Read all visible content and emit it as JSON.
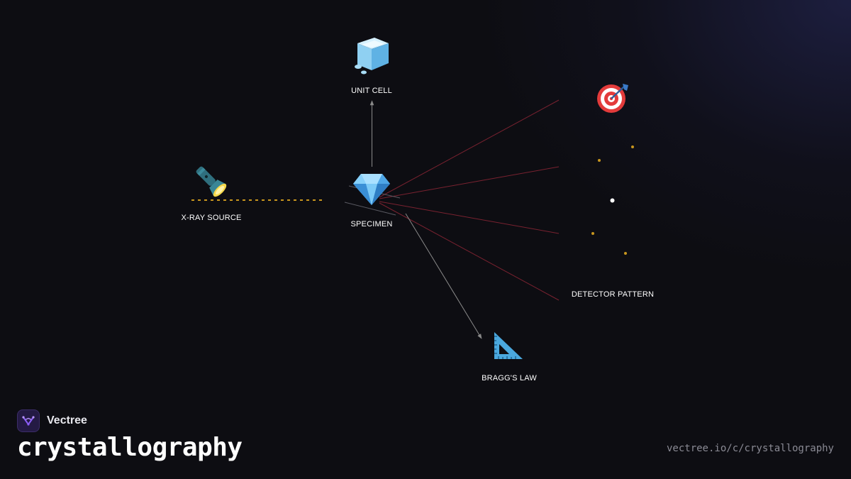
{
  "diagram": {
    "nodes": {
      "xray_source": {
        "label": "X-RAY SOURCE",
        "icon": "flashlight-icon"
      },
      "specimen": {
        "label": "SPECIMEN",
        "icon": "gem-icon"
      },
      "unit_cell": {
        "label": "UNIT CELL",
        "icon": "ice-cube-icon"
      },
      "detector": {
        "label": "DETECTOR PATTERN",
        "icon": "target-icon"
      },
      "bragg": {
        "label": "BRAGG'S LAW",
        "icon": "triangle-ruler-icon"
      }
    },
    "edges": [
      {
        "from": "xray_source",
        "to": "specimen",
        "style": "dotted",
        "color": "#c8961e"
      },
      {
        "from": "specimen",
        "to": "unit_cell",
        "style": "arrow",
        "color": "#8a8a8a"
      },
      {
        "from": "specimen",
        "to": "bragg",
        "style": "arrow",
        "color": "#8a8a8a"
      },
      {
        "from": "specimen",
        "to": "detector",
        "style": "diffracted-rays",
        "color": "#7a2230"
      }
    ],
    "detector_spots": {
      "center_color": "#ffffff",
      "spot_color": "#c8961e"
    }
  },
  "brand": {
    "name": "Vectree",
    "logo_icon": "vectree-logo-icon",
    "accent": "#8b5cf6"
  },
  "topic": {
    "title": "crystallography",
    "url": "vectree.io/c/crystallography"
  }
}
